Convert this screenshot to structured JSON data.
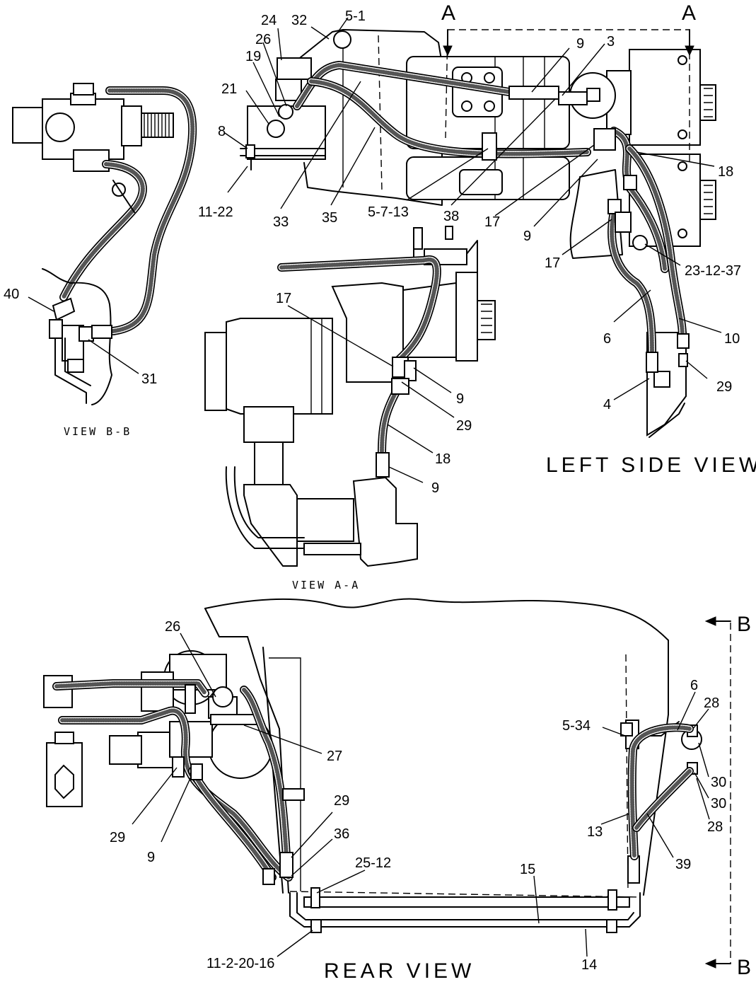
{
  "views": {
    "left_side": "LEFT SIDE VIEW",
    "view_aa": "VIEW A-A",
    "view_bb": "VIEW B-B",
    "rear": "REAR VIEW"
  },
  "section_markers": {
    "a_left": "A",
    "a_right": "A",
    "b_top": "B",
    "b_bottom": "B"
  },
  "callouts": {
    "left_side": [
      "24",
      "32",
      "5-1",
      "26",
      "19",
      "21",
      "8",
      "11-22",
      "33",
      "35",
      "5-7-13",
      "38",
      "9",
      "3",
      "17",
      "9",
      "18",
      "17",
      "23-12-37",
      "6",
      "10",
      "29",
      "4"
    ],
    "view_aa": [
      "17",
      "9",
      "29",
      "18",
      "9"
    ],
    "view_bb": [
      "40",
      "31"
    ],
    "rear": [
      "26",
      "27",
      "6",
      "28",
      "5-34",
      "30",
      "30",
      "13",
      "28",
      "39",
      "29",
      "9",
      "29",
      "36",
      "25-12",
      "15",
      "11-2-20-16",
      "14"
    ]
  }
}
